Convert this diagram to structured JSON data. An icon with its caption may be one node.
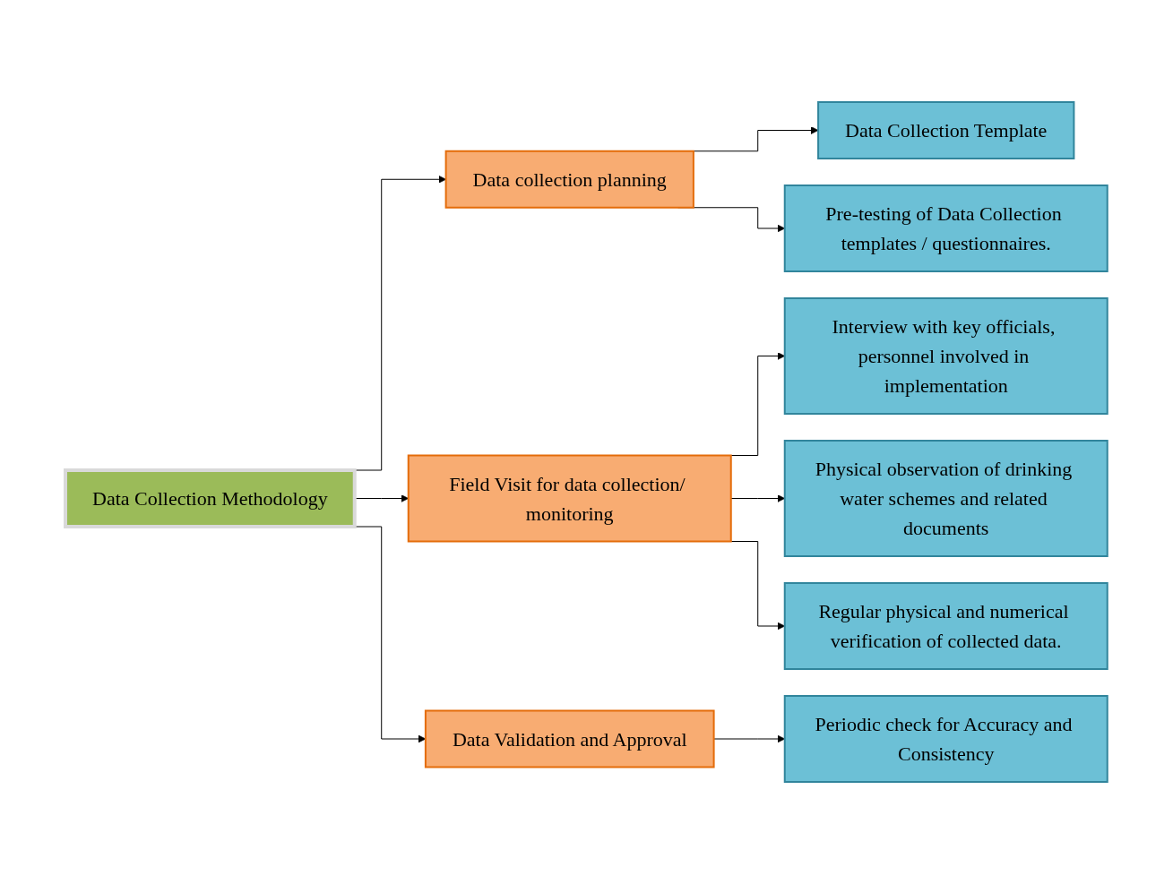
{
  "diagram": {
    "nodes": [
      {
        "text": [
          "Data Collection Methodology"
        ]
      },
      {
        "text": [
          "Data collection planning"
        ]
      },
      {
        "text": [
          "Field Visit for data collection/ monitoring"
        ]
      },
      {
        "text": [
          "Data Validation and Approval"
        ]
      },
      {
        "text": [
          "Data Collection Template"
        ]
      },
      {
        "text": [
          "Pre-testing of Data Collection templates / questionnaires."
        ]
      },
      {
        "text": [
          "Interview with key officials, personnel involved in implementation"
        ]
      },
      {
        "text": [
          "Physical observation of drinking water schemes and related documents"
        ]
      },
      {
        "text": [
          "Regular physical and numerical verification of collected data."
        ]
      },
      {
        "text": [
          "Periodic check for Accuracy and Consistency"
        ]
      }
    ],
    "edges": [
      {
        "from": 0,
        "to": 1,
        "arrow": "to"
      },
      {
        "from": 0,
        "to": 2,
        "arrow": "to"
      },
      {
        "from": 0,
        "to": 3,
        "arrow": "to"
      },
      {
        "from": 1,
        "to": 4,
        "arrow": "to"
      },
      {
        "from": 1,
        "to": 5,
        "arrow": "to"
      },
      {
        "from": 2,
        "to": 6,
        "arrow": "to"
      },
      {
        "from": 2,
        "to": 7,
        "arrow": "to"
      },
      {
        "from": 2,
        "to": 8,
        "arrow": "to"
      },
      {
        "from": 3,
        "to": 9,
        "arrow": "to"
      }
    ]
  }
}
